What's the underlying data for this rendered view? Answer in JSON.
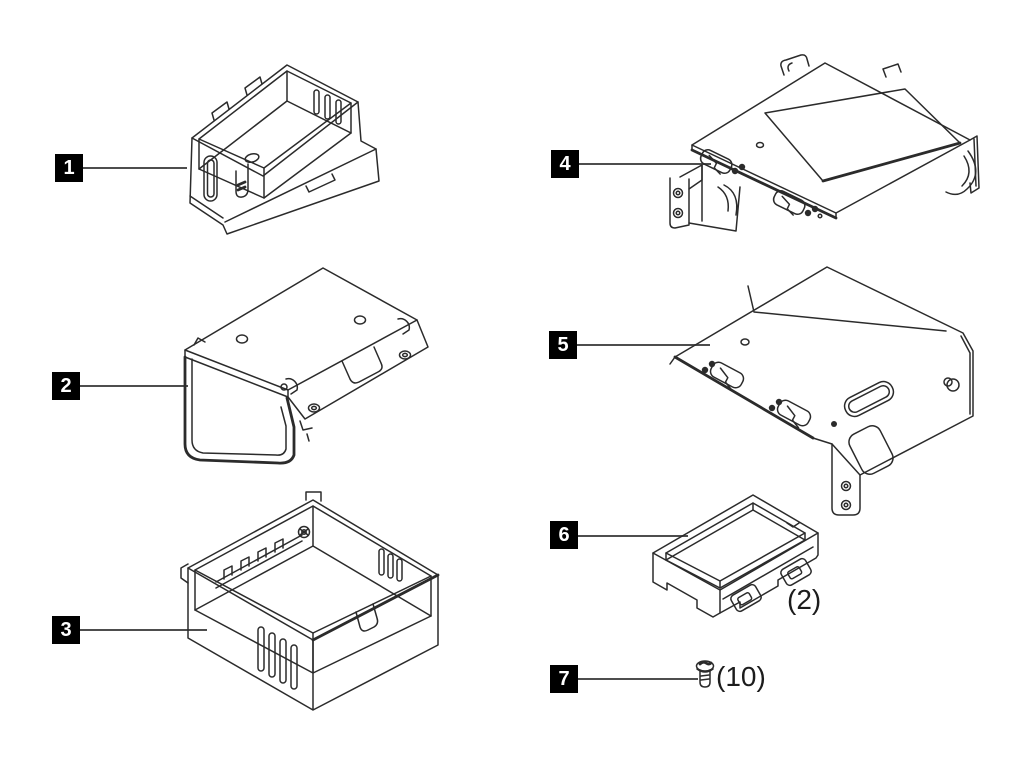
{
  "figure": {
    "background_color": "#ffffff",
    "line_color": "#2b2b2b",
    "callouts": [
      {
        "number": "1"
      },
      {
        "number": "2"
      },
      {
        "number": "3"
      },
      {
        "number": "4"
      },
      {
        "number": "5"
      },
      {
        "number": "6",
        "quantity": "(2)"
      },
      {
        "number": "7",
        "quantity": "(10)"
      }
    ]
  }
}
